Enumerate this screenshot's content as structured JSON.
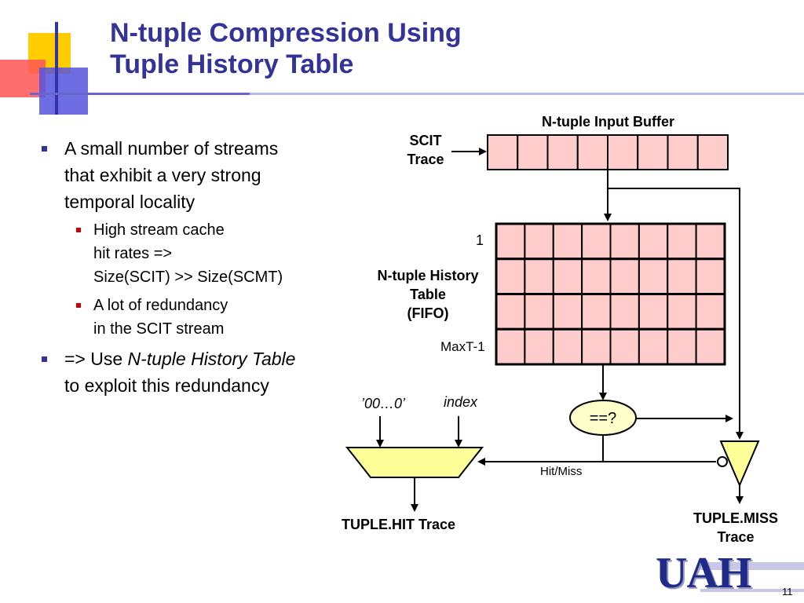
{
  "slide": {
    "title_line1": "N-tuple Compression Using",
    "title_line2": "Tuple History Table",
    "page_number": "11",
    "logo_text": "UAH"
  },
  "bullets": [
    {
      "lines": [
        "A small number of streams",
        "that exhibit a very strong",
        "temporal locality"
      ],
      "subs": [
        {
          "lines": [
            "High stream cache",
            "hit rates =>",
            "Size(SCIT) >> Size(SCMT)"
          ]
        },
        {
          "lines": [
            "A lot of redundancy",
            "in the SCIT stream"
          ]
        }
      ]
    },
    {
      "prefix": "=> Use ",
      "emph": "N-tuple History Table",
      "suffix": "to exploit this redundancy"
    }
  ],
  "diagram": {
    "input_buffer_label": "N-tuple Input Buffer",
    "scit_line1": "SCIT",
    "scit_line2": "Trace",
    "history_line1": "N-tuple History",
    "history_line2": "Table",
    "history_line3": "(FIFO)",
    "row_first": "1",
    "row_last": "MaxT-1",
    "zeros_input": "’00…0’",
    "index_input": "index",
    "comparator": "==?",
    "hit_miss": "Hit/Miss",
    "hit_trace": "TUPLE.HIT Trace",
    "miss_line1": "TUPLE.MISS",
    "miss_line2": "Trace",
    "buffer_cells": 8,
    "table_rows": 4,
    "table_cols": 8,
    "colors": {
      "title": "#333399",
      "cell_fill": "#ffcccc",
      "mux_fill": "#ffff99",
      "comparator_fill": "#ffffcc"
    }
  }
}
